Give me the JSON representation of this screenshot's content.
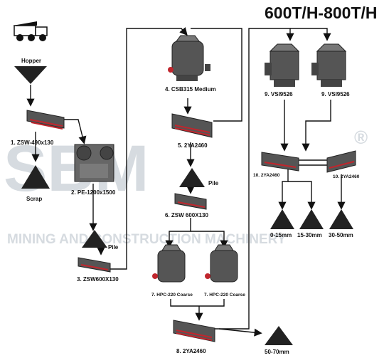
{
  "title": "600T/H-800T/H",
  "watermark": {
    "brand": "SBM",
    "registered": "®",
    "tagline": "MINING AND CONSTRUCTION MACHINERY"
  },
  "labels": {
    "hopper": "Hopper",
    "zsw490": "1. ZSW-490x130",
    "scrap": "Scrap",
    "pe1200": "2. PE-1200x1500",
    "pile1": "Pile",
    "zsw600_3": "3. ZSW600X130",
    "csb315": "4. CSB315 Medium",
    "ya2460_5": "5. 2YA2460",
    "pile2": "Pile",
    "zsw600_6": "6. ZSW 600X130",
    "hpc1": "7. HPC-220 Coarse",
    "hpc2": "7. HPC-220 Coarse",
    "ya2460_8": "8. 2YA2460",
    "p5070": "50-70mm",
    "vsi1": "9. VSI9526",
    "vsi2": "9.  VSI9526",
    "ya10a": "10. 2YA2460",
    "ya10b": "10. 2YA2460",
    "p015": "0-15mm",
    "p1530": "15-30mm",
    "p3050": "30-50mm"
  },
  "colors": {
    "line": "#111111",
    "machine": "#4a4a4a",
    "accent": "#c0262d",
    "watermark": "#d6dbe0"
  },
  "icons": {
    "truck": "truck-icon"
  }
}
